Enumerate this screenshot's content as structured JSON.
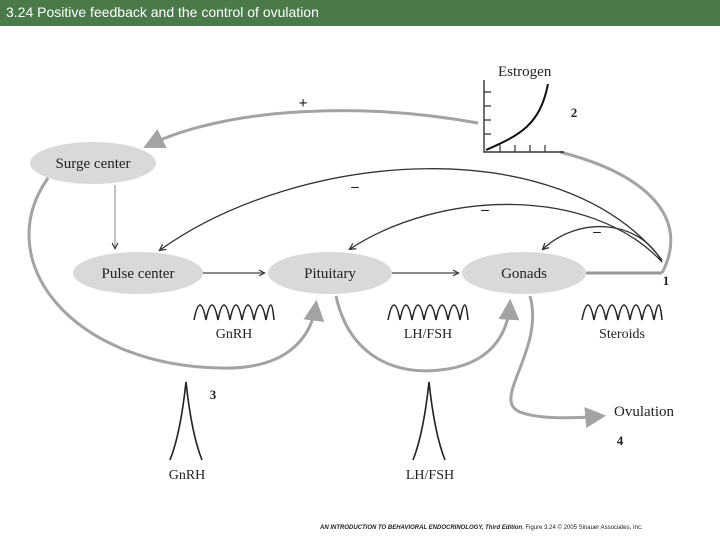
{
  "header": {
    "title": "3.24  Positive feedback and the control of ovulation"
  },
  "colors": {
    "header_bg": "#4a7a4a",
    "node_fill": "#d9d9d9",
    "line": "#999999",
    "text": "#222222"
  },
  "diagram": {
    "nodes": {
      "surge": "Surge center",
      "pulse": "Pulse center",
      "pituitary": "Pituitary",
      "gonads": "Gonads"
    },
    "pulse_labels": {
      "gnrh": "GnRH",
      "lhfsh": "LH/FSH",
      "steroids": "Steroids"
    },
    "surge_labels": {
      "gnrh": "GnRH",
      "lhfsh": "LH/FSH"
    },
    "inset": {
      "title": "Estrogen"
    },
    "signs": {
      "positive": "+",
      "negative_1": "–",
      "negative_2": "–",
      "negative_3": "–"
    },
    "steps": {
      "s1": "1",
      "s2": "2",
      "s3": "3",
      "s4": "4"
    },
    "outcome": "Ovulation"
  },
  "footer": {
    "book": "AN INTRODUCTION TO BEHAVIORAL ENDOCRINOLOGY, Third Edition",
    "rest": ", Figure 3.24  © 2005 Sinauer Associates, Inc."
  }
}
